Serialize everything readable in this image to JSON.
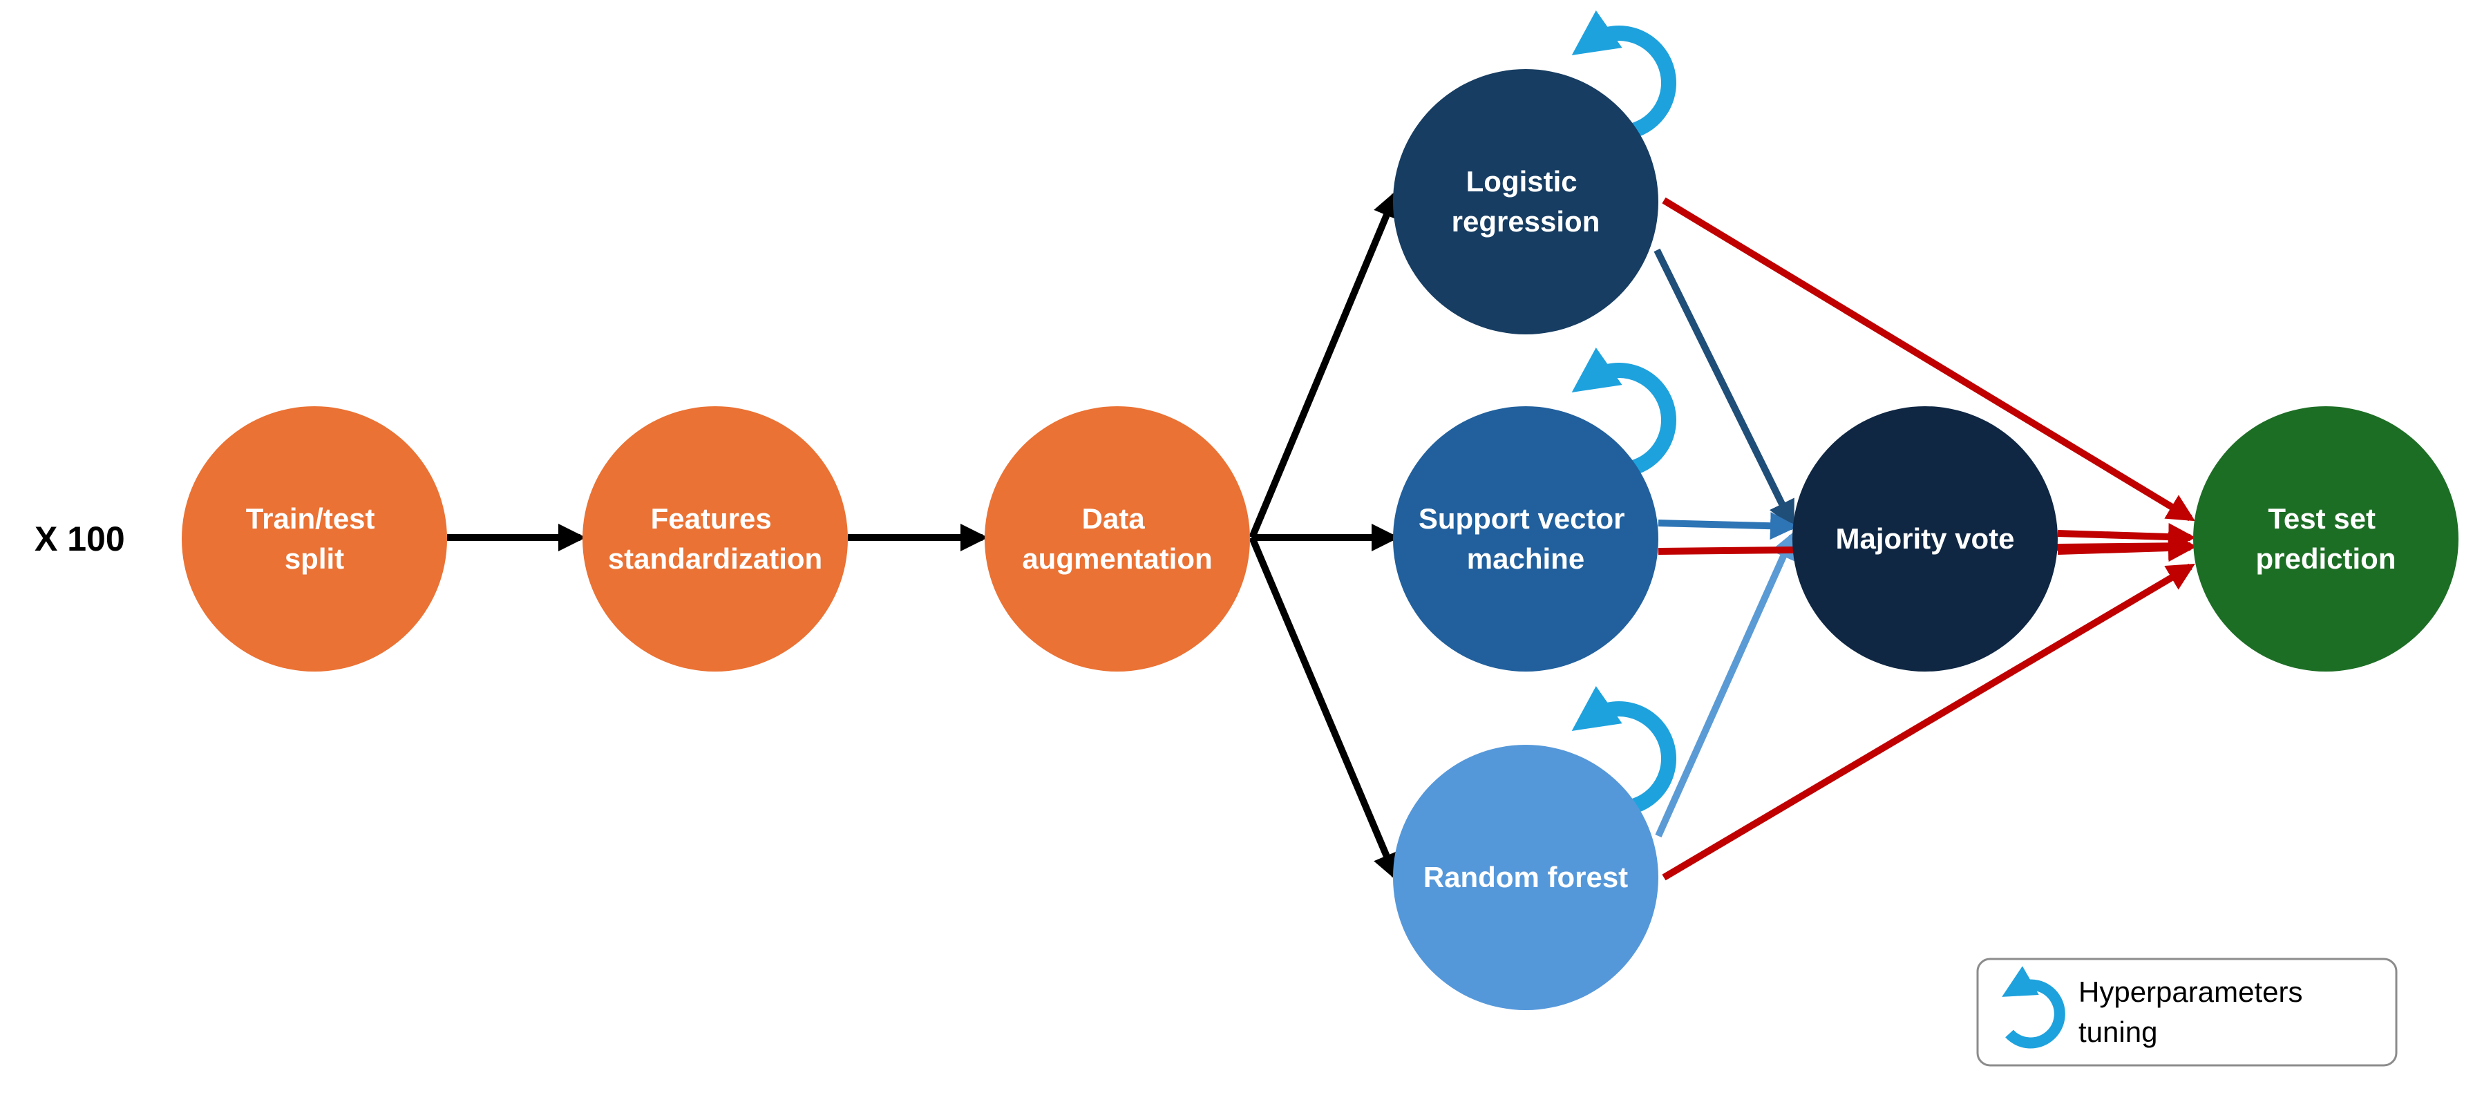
{
  "repeat_label": "X 100",
  "colors": {
    "orange": "#EA7234",
    "navy_lr": "#173D62",
    "blue_svm": "#21609D",
    "light_blue_rf": "#5598DA",
    "dark_navy_vote": "#0F2743",
    "green_test": "#1D6E25",
    "tuning_cyan": "#1EA2DD",
    "edge_black": "#000000",
    "edge_red": "#C00000",
    "edge_navy": "#1F4E79",
    "edge_blue": "#2E75B6",
    "edge_light_blue": "#5B9BD5"
  },
  "nodes": {
    "split": {
      "lines": [
        "Train/test",
        "split"
      ]
    },
    "standardization": {
      "lines": [
        "Features",
        "standardization"
      ]
    },
    "augmentation": {
      "lines": [
        "Data",
        "augmentation"
      ]
    },
    "logistic": {
      "lines": [
        "Logistic",
        "regression"
      ],
      "tuned": true
    },
    "svm": {
      "lines": [
        "Support vector",
        "machine"
      ],
      "tuned": true
    },
    "forest": {
      "lines": [
        "Random forest"
      ],
      "tuned": true
    },
    "vote": {
      "lines": [
        "Majority vote"
      ]
    },
    "test": {
      "lines": [
        "Test set",
        "prediction"
      ]
    }
  },
  "edges": [
    {
      "from": "split",
      "to": "standardization",
      "color": "edge_black"
    },
    {
      "from": "standardization",
      "to": "augmentation",
      "color": "edge_black"
    },
    {
      "from": "augmentation",
      "to": "logistic",
      "color": "edge_black"
    },
    {
      "from": "augmentation",
      "to": "svm",
      "color": "edge_black"
    },
    {
      "from": "augmentation",
      "to": "forest",
      "color": "edge_black"
    },
    {
      "from": "logistic",
      "to": "vote",
      "color": "edge_navy"
    },
    {
      "from": "svm",
      "to": "vote",
      "color": "edge_blue"
    },
    {
      "from": "forest",
      "to": "vote",
      "color": "edge_light_blue"
    },
    {
      "from": "logistic",
      "to": "test",
      "color": "edge_red"
    },
    {
      "from": "svm",
      "to": "test",
      "color": "edge_red"
    },
    {
      "from": "forest",
      "to": "test",
      "color": "edge_red"
    },
    {
      "from": "vote",
      "to": "test",
      "color": "edge_red"
    }
  ],
  "legend": {
    "icon": "circular-arrow-icon",
    "lines": [
      "Hyperparameters",
      "tuning"
    ]
  }
}
